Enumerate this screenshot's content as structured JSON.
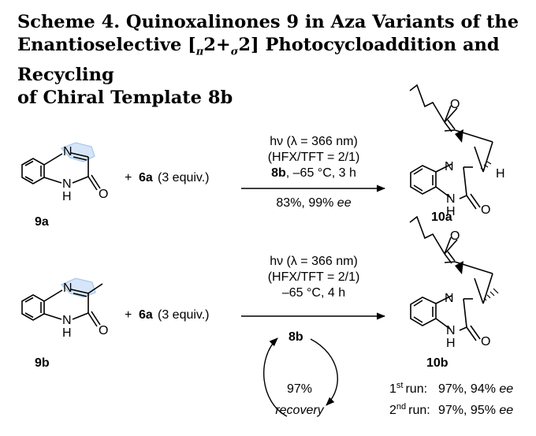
{
  "title": {
    "line1": "Scheme 4. Quinoxalinones 9 in Aza Variants of the",
    "line2_pre": "Enantioselective [",
    "pi_sub": "π",
    "two_a": "2+",
    "sigma_sub": "σ",
    "line2_post": "2] Photocycloaddition and Recycling",
    "line3": "of Chiral Template 8b"
  },
  "atoms": {
    "N": "N",
    "H": "H",
    "O": "O"
  },
  "reaction_a": {
    "substrate": "9a",
    "reagent_bold": "6a",
    "reagent_plus": "+",
    "reagent_rest": "(3 equiv.)",
    "cond_hv": "hν (λ = 366 nm)",
    "cond_solvent": "(HFX/TFT = 2/1)",
    "cond_cat": "8b",
    "cond_temp": ", –65 °C, 3 h",
    "yield": "83%, 99% ",
    "ee": "ee",
    "product": "10a"
  },
  "reaction_b": {
    "substrate": "9b",
    "reagent_bold": "6a",
    "reagent_plus": "+",
    "reagent_rest": "(3 equiv.)",
    "cond_hv": "hν (λ = 366 nm)",
    "cond_solvent": "(HFX/TFT = 2/1)",
    "cond_temp": "–65 °C, 4 h",
    "cycle_label": "8b",
    "recovery_pct": "97%",
    "recovery_word": "recovery",
    "product": "10b",
    "runs": [
      {
        "ord": "1",
        "sup": "st",
        "label": "run:",
        "result": "97%, 94% ",
        "ee": "ee"
      },
      {
        "ord": "2",
        "sup": "nd",
        "label": "run:",
        "result": "97%, 95% ",
        "ee": "ee"
      }
    ]
  },
  "colors": {
    "highlight": "#d6e6f8",
    "highlight_stroke": "#a9c9ee",
    "ink": "#000000"
  }
}
